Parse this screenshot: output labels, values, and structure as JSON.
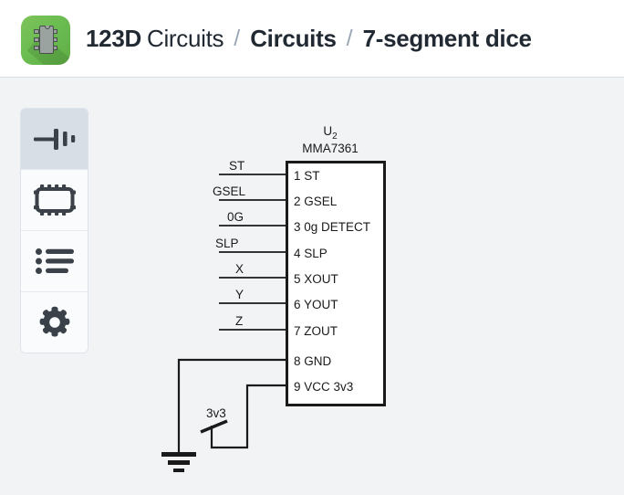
{
  "header": {
    "logo_icon": "dip-chip-icon",
    "breadcrumb": {
      "item1_bold": "123D",
      "item1_light": "Circuits",
      "sep1": "/",
      "item2": "Circuits",
      "sep2": "/",
      "item3": "7-segment dice"
    }
  },
  "toolbar": {
    "items": [
      {
        "name": "component-symbol-tool",
        "icon": "capacitor-icon",
        "active": true
      },
      {
        "name": "chip-tool",
        "icon": "ic-chip-icon",
        "active": false
      },
      {
        "name": "list-tool",
        "icon": "bulleted-list-icon",
        "active": false
      },
      {
        "name": "settings-tool",
        "icon": "gear-icon",
        "active": false
      }
    ]
  },
  "schematic": {
    "component": {
      "designator": "U",
      "designator_sub": "2",
      "part_number": "MMA7361",
      "pins": [
        {
          "number": "1",
          "name": "ST",
          "label": "1 ST",
          "net": "ST"
        },
        {
          "number": "2",
          "name": "GSEL",
          "label": "2 GSEL",
          "net": "GSEL"
        },
        {
          "number": "3",
          "name": "0g DETECT",
          "label": "3 0g DETECT",
          "net": "0G"
        },
        {
          "number": "4",
          "name": "SLP",
          "label": "4 SLP",
          "net": "SLP"
        },
        {
          "number": "5",
          "name": "XOUT",
          "label": "5 XOUT",
          "net": "X"
        },
        {
          "number": "6",
          "name": "YOUT",
          "label": "6 YOUT",
          "net": "Y"
        },
        {
          "number": "7",
          "name": "ZOUT",
          "label": "7 ZOUT",
          "net": "Z"
        },
        {
          "number": "8",
          "name": "GND",
          "label": "8 GND",
          "net": ""
        },
        {
          "number": "9",
          "name": "VCC 3v3",
          "label": "9 VCC 3v3",
          "net": ""
        }
      ]
    },
    "power_label": "3v3",
    "ground_symbol": "ground-icon"
  },
  "colors": {
    "brand_green": "#6bbd52",
    "header_bg": "#ffffff",
    "canvas_bg": "#f1f3f5",
    "active_tool_bg": "#d7dee6",
    "wire": "#1a1a1a",
    "text": "#212932",
    "separator": "#9aa6b4"
  }
}
